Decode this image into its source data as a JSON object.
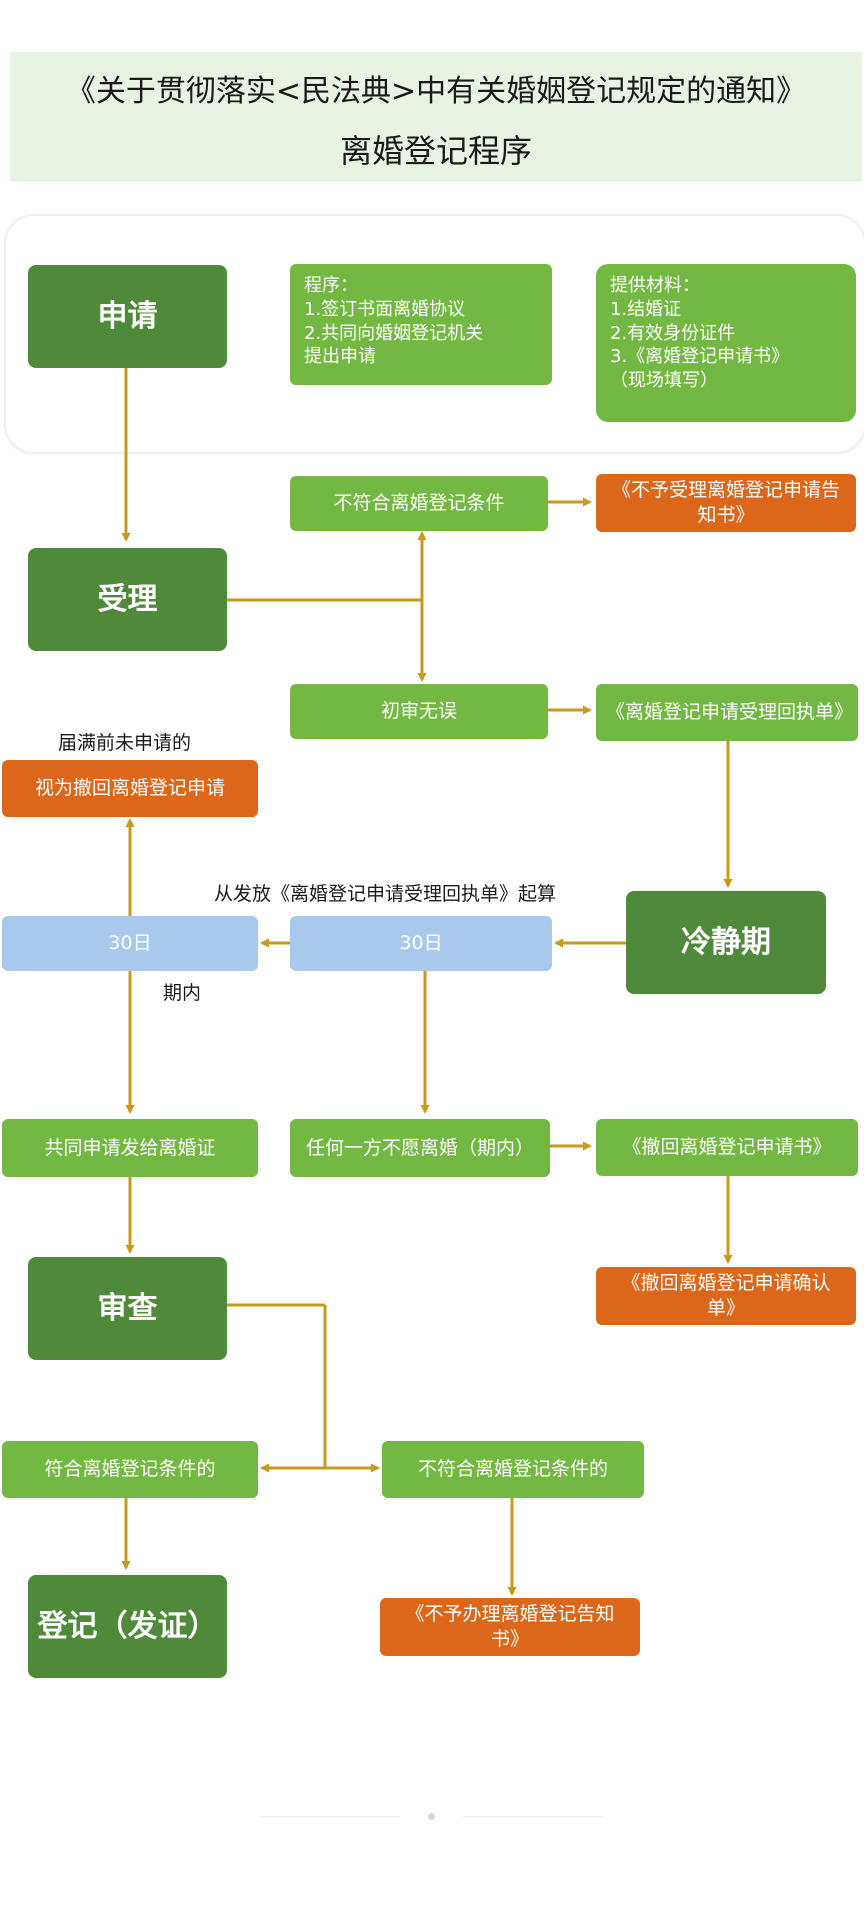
{
  "header": {
    "title": "《关于贯彻落实<民法典>中有关婚姻登记规定的通知》",
    "subtitle": "离婚登记程序"
  },
  "steps": {
    "apply": "申请",
    "accept": "受理",
    "cooling": "冷静期",
    "review": "审查",
    "register": "登记（发证）"
  },
  "procedure_box": {
    "text": "程序：\n1.签订书面离婚协议\n2.共同向婚姻登记机关\n提出申请"
  },
  "materials_box": {
    "text": "提供材料：\n1.结婚证\n2.有效身份证件\n3.《离婚登记申请书》\n（现场填写）"
  },
  "nodes": {
    "not_eligible": "不符合离婚登记条件",
    "not_accept_notice": "《不予受理离婚登记申请告知书》",
    "initial_ok": "初审无误",
    "receipt": "《离婚登记申请受理回执单》",
    "withdrawn": "视为撤回离婚登记申请",
    "days30_left": "30日",
    "days30_mid": "30日",
    "joint_apply": "共同申请发给离婚证",
    "either_unwilling": "任何一方不愿离婚（期内）",
    "withdraw_form": "《撤回离婚登记申请书》",
    "withdraw_confirm": "《撤回离婚登记申请确认单》",
    "eligible": "符合离婚登记条件的",
    "not_eligible2": "不符合离婚登记条件的",
    "refuse_notice": "《不予办理离婚登记告知书》"
  },
  "labels": {
    "expired_note": "届满前未申请的",
    "from_issue": "从发放《离婚登记申请受理回执单》起算",
    "within": "期内"
  },
  "colors": {
    "dark_green": "#4e8a3a",
    "light_green": "#73b842",
    "orange": "#dc671b",
    "light_blue": "#a9c9ec",
    "arrow": "#c79a1c"
  }
}
